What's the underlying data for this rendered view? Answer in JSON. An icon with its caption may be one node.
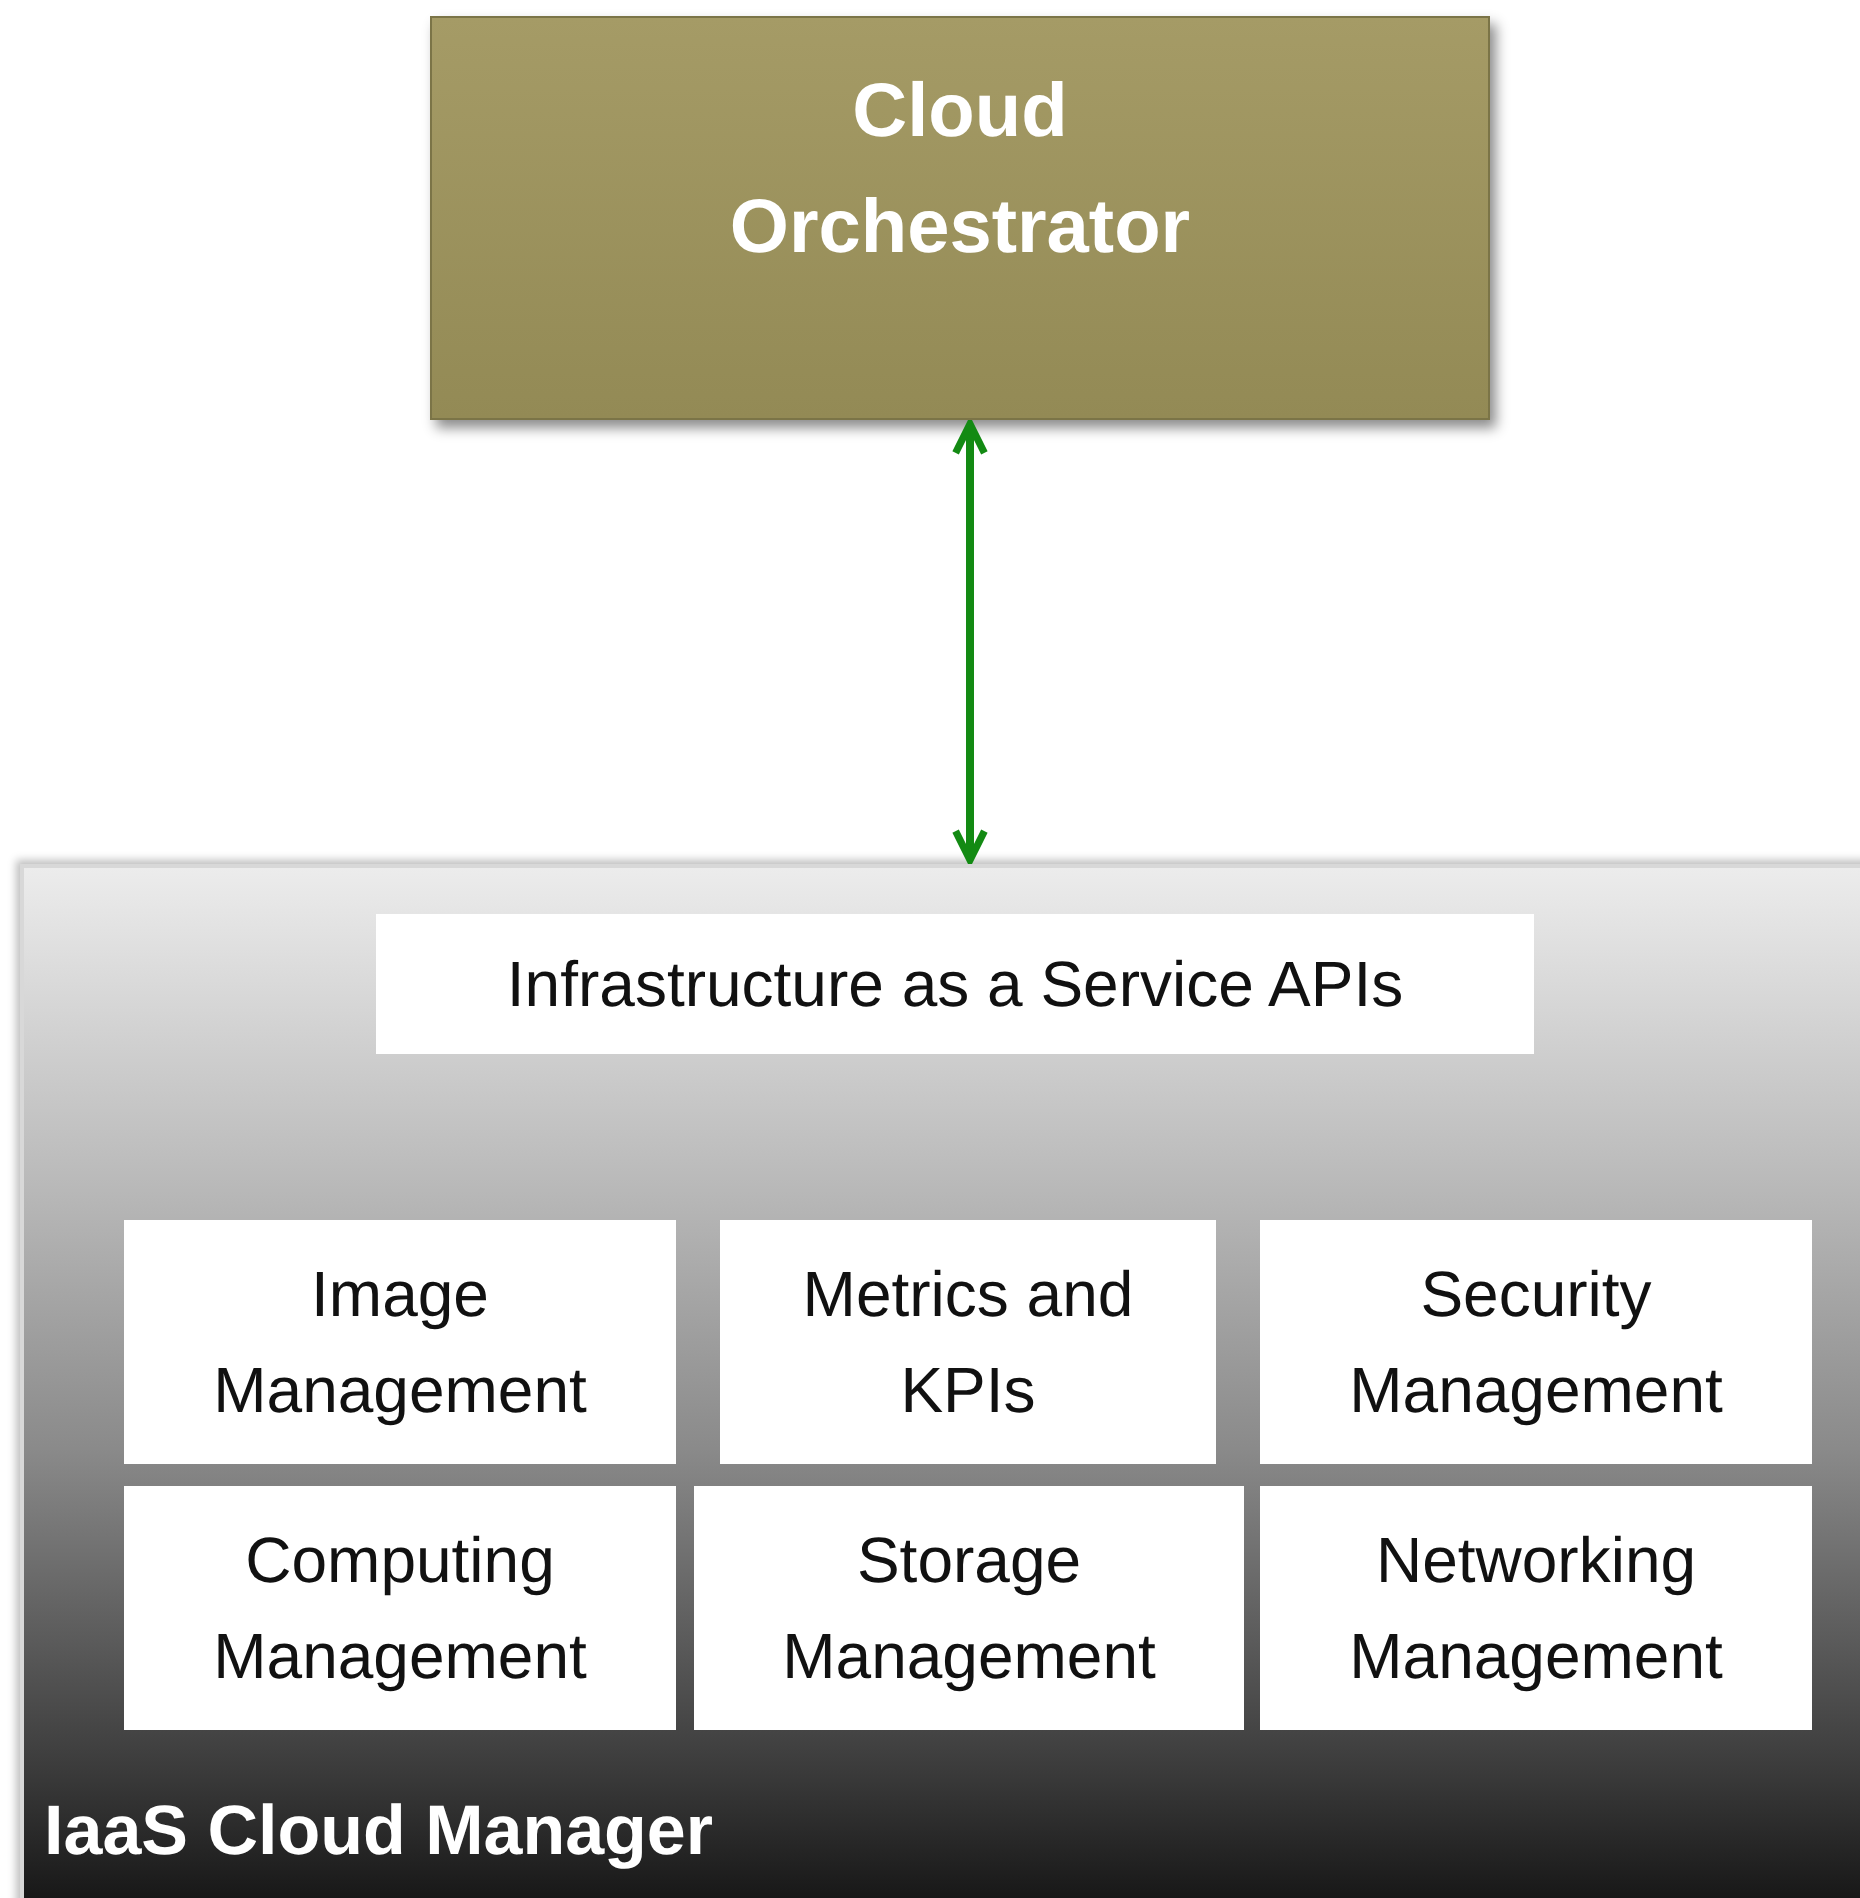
{
  "diagram": {
    "nodes": [
      {
        "text": [
          "Cloud Orchestrator"
        ]
      },
      {
        "text": [
          "IaaS Cloud Manager"
        ]
      },
      {
        "text": [
          "Infrastructure as a Service APIs"
        ],
        "in": 1
      },
      {
        "text": [
          "Image Management"
        ],
        "in": 1
      },
      {
        "text": [
          "Metrics and KPIs"
        ],
        "in": 1
      },
      {
        "text": [
          "Security Management"
        ],
        "in": 1
      },
      {
        "text": [
          "Computing Management"
        ],
        "in": 1
      },
      {
        "text": [
          "Storage Management"
        ],
        "in": 1
      },
      {
        "text": [
          "Networking Management"
        ],
        "in": 1
      }
    ],
    "edges": [
      {
        "from": 0,
        "to": 1,
        "arrow": "both",
        "color": "#138a13"
      }
    ]
  }
}
